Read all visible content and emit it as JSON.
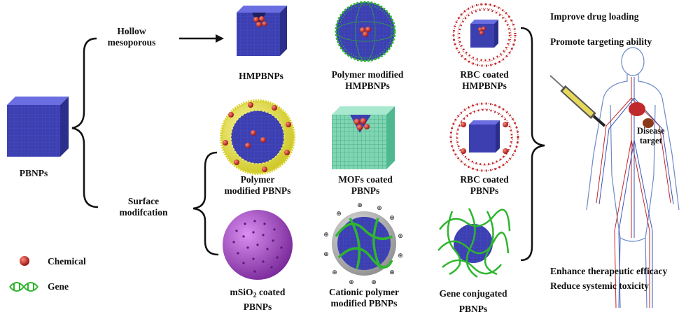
{
  "start": {
    "label": "PBNPs"
  },
  "branches": {
    "hollow": {
      "line1": "Hollow",
      "line2": "mesoporous"
    },
    "surface": {
      "line1": "Surface",
      "line2": "modifcation"
    }
  },
  "items": {
    "hmpbnps": {
      "line1": "HMPBNPs"
    },
    "polymer_hmp": {
      "line1": "Polymer modified",
      "line2": "HMPBNPs"
    },
    "rbc_hmp": {
      "line1": "RBC coated",
      "line2": "HMPBNPs"
    },
    "polymer_pb": {
      "line1": "Polymer",
      "line2": "modified PBNPs"
    },
    "mofs_pb": {
      "line1": "MOFs coated",
      "line2": "PBNPs"
    },
    "rbc_pb": {
      "line1": "RBC coated",
      "line2": "PBNPs"
    },
    "msio2_pb": {
      "line1_prefix": "mSiO",
      "line1_sub": "2",
      "line1_suffix": " coated",
      "line2": "PBNPs"
    },
    "cationic_pb": {
      "line1": "Cationic polymer",
      "line2": "modified PBNPs"
    },
    "gene_pb": {
      "line1": "Gene conjugated",
      "line2": "PBNPs"
    }
  },
  "benefits": [
    "Improve drug loading",
    "Promote targeting ability",
    "Enhance therapeutic efficacy",
    "Reduce systemic toxicity"
  ],
  "body_figure": {
    "target_line1": "Disease",
    "target_line2": "target"
  },
  "legend": {
    "chemical": "Chemical",
    "gene": "Gene"
  },
  "colors": {
    "cube_blue": "#3b3fb0",
    "chemical_red": "#c0282b",
    "gene_green": "#2fb52f",
    "polymer_yellow": "#e8e23a",
    "mof_teal": "#7fd6b3",
    "msio2_purple": "#b14fd0",
    "rbc_red": "#d23a3a"
  }
}
